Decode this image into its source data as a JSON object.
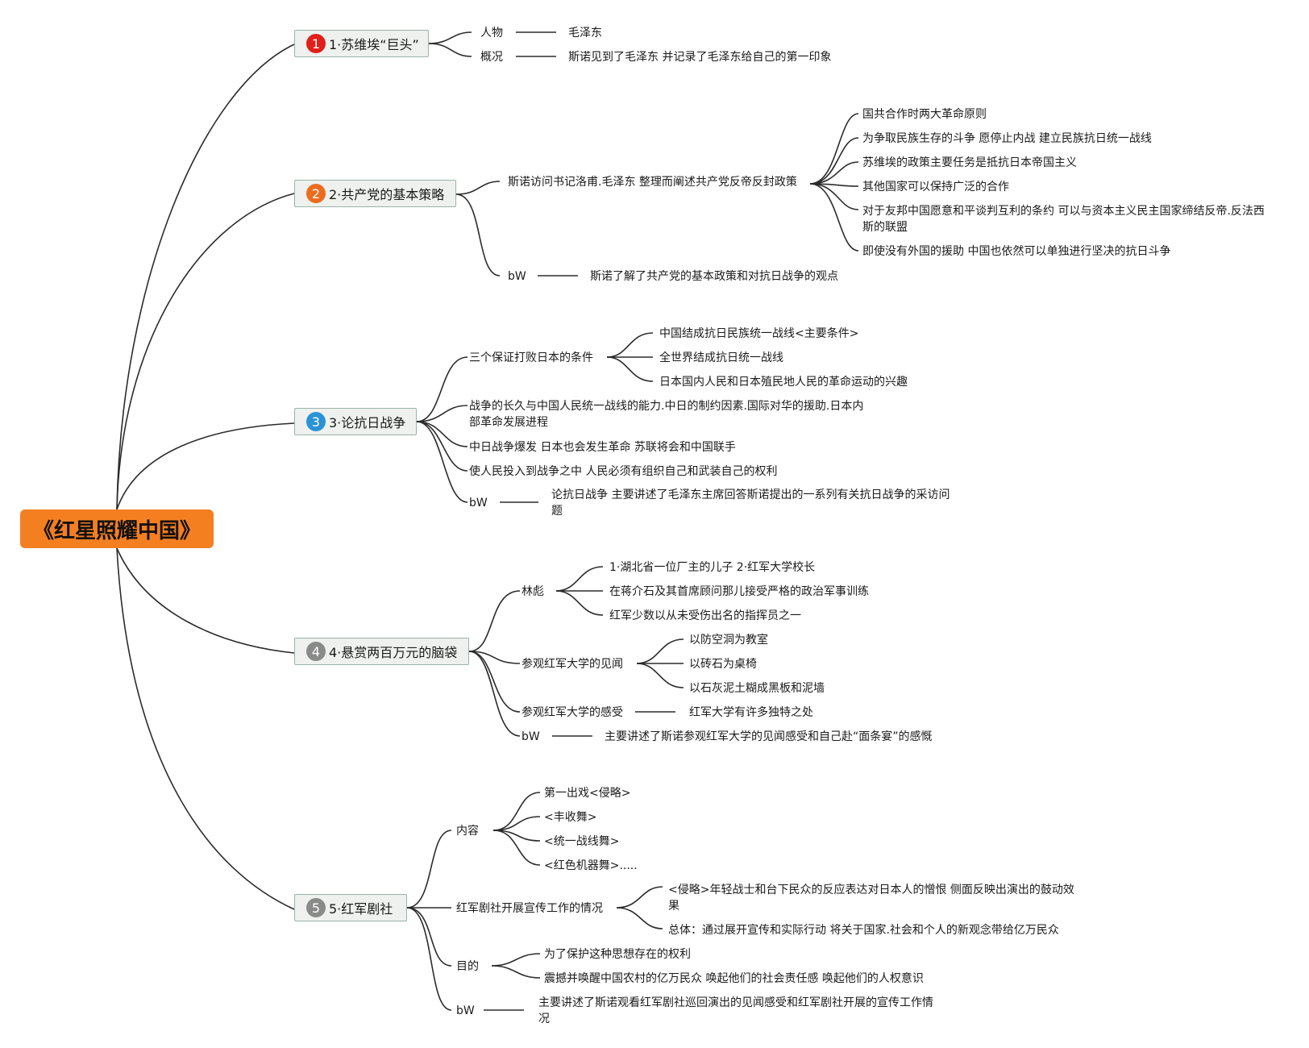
{
  "root": {
    "title": "《红星照耀中国》"
  },
  "colors": {
    "root_bg": "#f47f20",
    "badge1": "#e02019",
    "badge2": "#ec6c1f",
    "badge3": "#2a93d5",
    "badge4": "#8a8a8a",
    "badge5": "#8a8a8a",
    "line": "#2b2b2b"
  },
  "branches": [
    {
      "num": "1",
      "title": "1·苏维埃“巨头”",
      "c": {
        "renwu": "人物",
        "mao": "毛泽东",
        "gaikuang": "概况",
        "gaikuang_text": "斯诺见到了毛泽东 并记录了毛泽东给自己的第一印象"
      }
    },
    {
      "num": "2",
      "title": "2·共产党的基本策略",
      "c": {
        "visit": "斯诺访问书记洛甫.毛泽东 整理而阐述共产党反帝反封政策",
        "policies": [
          "国共合作时两大革命原则",
          "为争取民族生存的斗争 愿停止内战 建立民族抗日统一战线",
          "苏维埃的政策主要任务是抵抗日本帝国主义",
          "其他国家可以保持广泛的合作",
          "对于友邦中国愿意和平谈判互利的条约 可以与资本主义民主国家缔结反帝.反法西斯的联盟",
          "即使没有外国的援助 中国也依然可以单独进行坚决的抗日斗争"
        ],
        "bw": "bW",
        "bw_text": "斯诺了解了共产党的基本政策和对抗日战争的观点"
      }
    },
    {
      "num": "3",
      "title": "3·论抗日战争",
      "c": {
        "three": "三个保证打败日本的条件",
        "conditions": [
          "中国结成抗日民族统一战线<主要条件>",
          "全世界结成抗日统一战线",
          "日本国内人民和日本殖民地人民的革命运动的兴趣"
        ],
        "long": "战争的长久与中国人民统一战线的能力.中日的制约因素.国际对华的援助.日本内部革命发展进程",
        "revolution": "中日战争爆发 日本也会发生革命 苏联将会和中国联手",
        "people": "使人民投入到战争之中 人民必须有组织自己和武装自己的权利",
        "bw": "bW",
        "bw_text": "论抗日战争  主要讲述了毛泽东主席回答斯诺提出的一系列有关抗日战争的采访问题"
      }
    },
    {
      "num": "4",
      "title": "4·悬赏两百万元的脑袋",
      "c": {
        "linbiao": "林彪",
        "linbiao_items": [
          "1·湖北省一位厂主的儿子 2·红军大学校长",
          "在蒋介石及其首席顾问那儿接受严格的政治军事训练",
          "红军少数以从未受伤出名的指挥员之一"
        ],
        "visit": "参观红军大学的见闻",
        "visit_items": [
          "以防空洞为教室",
          "以砖石为桌椅",
          "以石灰泥土糊成黑板和泥墙"
        ],
        "feel": "参观红军大学的感受",
        "feel_text": "红军大学有许多独特之处",
        "bw": "bW",
        "bw_text": "主要讲述了斯诺参观红军大学的见闻感受和自己赴“面条宴”的感慨"
      }
    },
    {
      "num": "5",
      "title": "5·红军剧社",
      "c": {
        "content": "内容",
        "content_items": [
          "第一出戏<侵略>",
          "<丰收舞>",
          "<统一战线舞>",
          "<红色机器舞>....."
        ],
        "work": "红军剧社开展宣传工作的情况",
        "work_items": [
          "<侵略>年轻战士和台下民众的反应表达对日本人的憎恨 侧面反映出演出的鼓动效果",
          "总体：通过展开宣传和实际行动 将关于国家.社会和个人的新观念带给亿万民众"
        ],
        "purpose": "目的",
        "purpose_items": [
          "为了保护这种思想存在的权利",
          "震撼并唤醒中国农村的亿万民众 唤起他们的社会责任感 唤起他们的人权意识"
        ],
        "bw": "bW",
        "bw_text": "主要讲述了斯诺观看红军剧社巡回演出的见闻感受和红军剧社开展的宣传工作情况"
      }
    }
  ]
}
